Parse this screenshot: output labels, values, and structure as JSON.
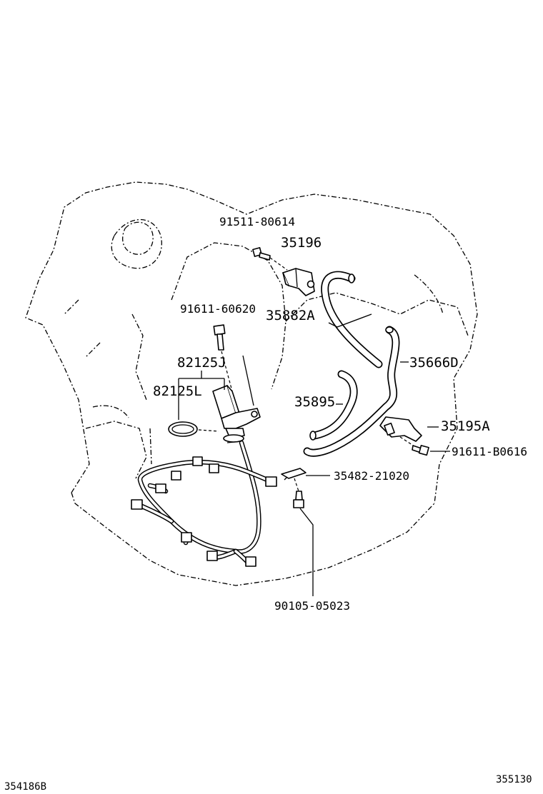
{
  "diagram": {
    "part_labels": {
      "bolt_top": "91511-80614",
      "bracket_top": "35196",
      "bolt_sensor": "91611-60620",
      "hose_upper": "35882A",
      "sensor": "82125J",
      "hose_right": "35666D",
      "oring": "82125L",
      "hose_lower": "35895",
      "clamp_right": "35195A",
      "bolt_right": "91611-B0616",
      "clip": "35482-21020",
      "bolt_bottom": "90105-05023"
    },
    "footer": {
      "left_code": "354186B",
      "right_code": "355130"
    }
  }
}
